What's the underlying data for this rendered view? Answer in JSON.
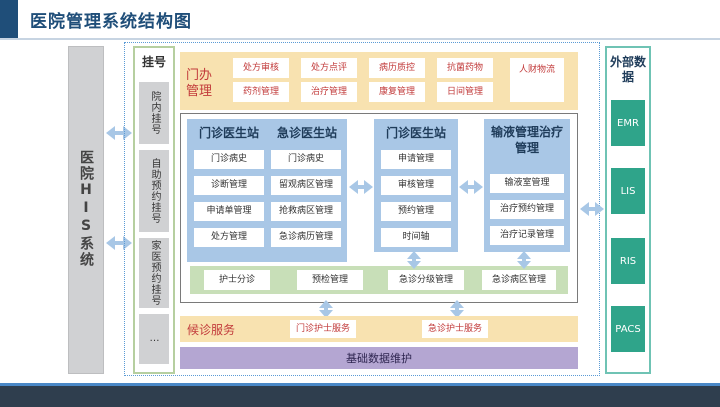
{
  "header": {
    "title": "医院管理系统结构图"
  },
  "his": {
    "label": "医院HIS系统"
  },
  "registration": {
    "title": "挂号",
    "items": [
      "院内挂号",
      "自助预约挂号",
      "家医预约挂号",
      "…"
    ]
  },
  "outpatient": {
    "title": "门办管理",
    "tags": [
      "处方审核",
      "处方点评",
      "病历质控",
      "抗菌药物",
      "人财物流",
      "药剂管理",
      "治疗管理",
      "康复管理",
      "日间管理"
    ]
  },
  "workstations": {
    "doctor_a": {
      "title": "门诊医生站",
      "items": [
        "门诊病史",
        "诊断管理",
        "申请单管理",
        "处方管理"
      ]
    },
    "doctor_b": {
      "title": "急诊医生站",
      "items": [
        "门诊病史",
        "留观病区管理",
        "抢救病区管理",
        "急诊病历管理"
      ]
    },
    "doctor_c": {
      "title": "门诊医生站",
      "items": [
        "申请管理",
        "审核管理",
        "预约管理",
        "时间轴"
      ]
    },
    "infusion": {
      "title": "输液管理治疗管理",
      "items": [
        "输液室管理",
        "治疗预约管理",
        "治疗记录管理"
      ]
    }
  },
  "nurse_band": {
    "items": [
      "护士分诊",
      "预检管理",
      "急诊分级管理",
      "急诊病区管理"
    ]
  },
  "waiting": {
    "title": "候诊服务",
    "items": [
      "门诊护士服务",
      "急诊护士服务"
    ]
  },
  "base": {
    "label": "基础数据维护"
  },
  "external": {
    "title": "外部数据",
    "items": [
      "EMR",
      "LIS",
      "RIS",
      "PACS"
    ]
  },
  "colors": {
    "title": "#1f4e79",
    "workstation": "#a9c7e6",
    "outpatient_band": "#f8e2b0",
    "nurse_band": "#c8dfb8",
    "base_band": "#b4a6d2",
    "external_box": "#2fa48a"
  }
}
